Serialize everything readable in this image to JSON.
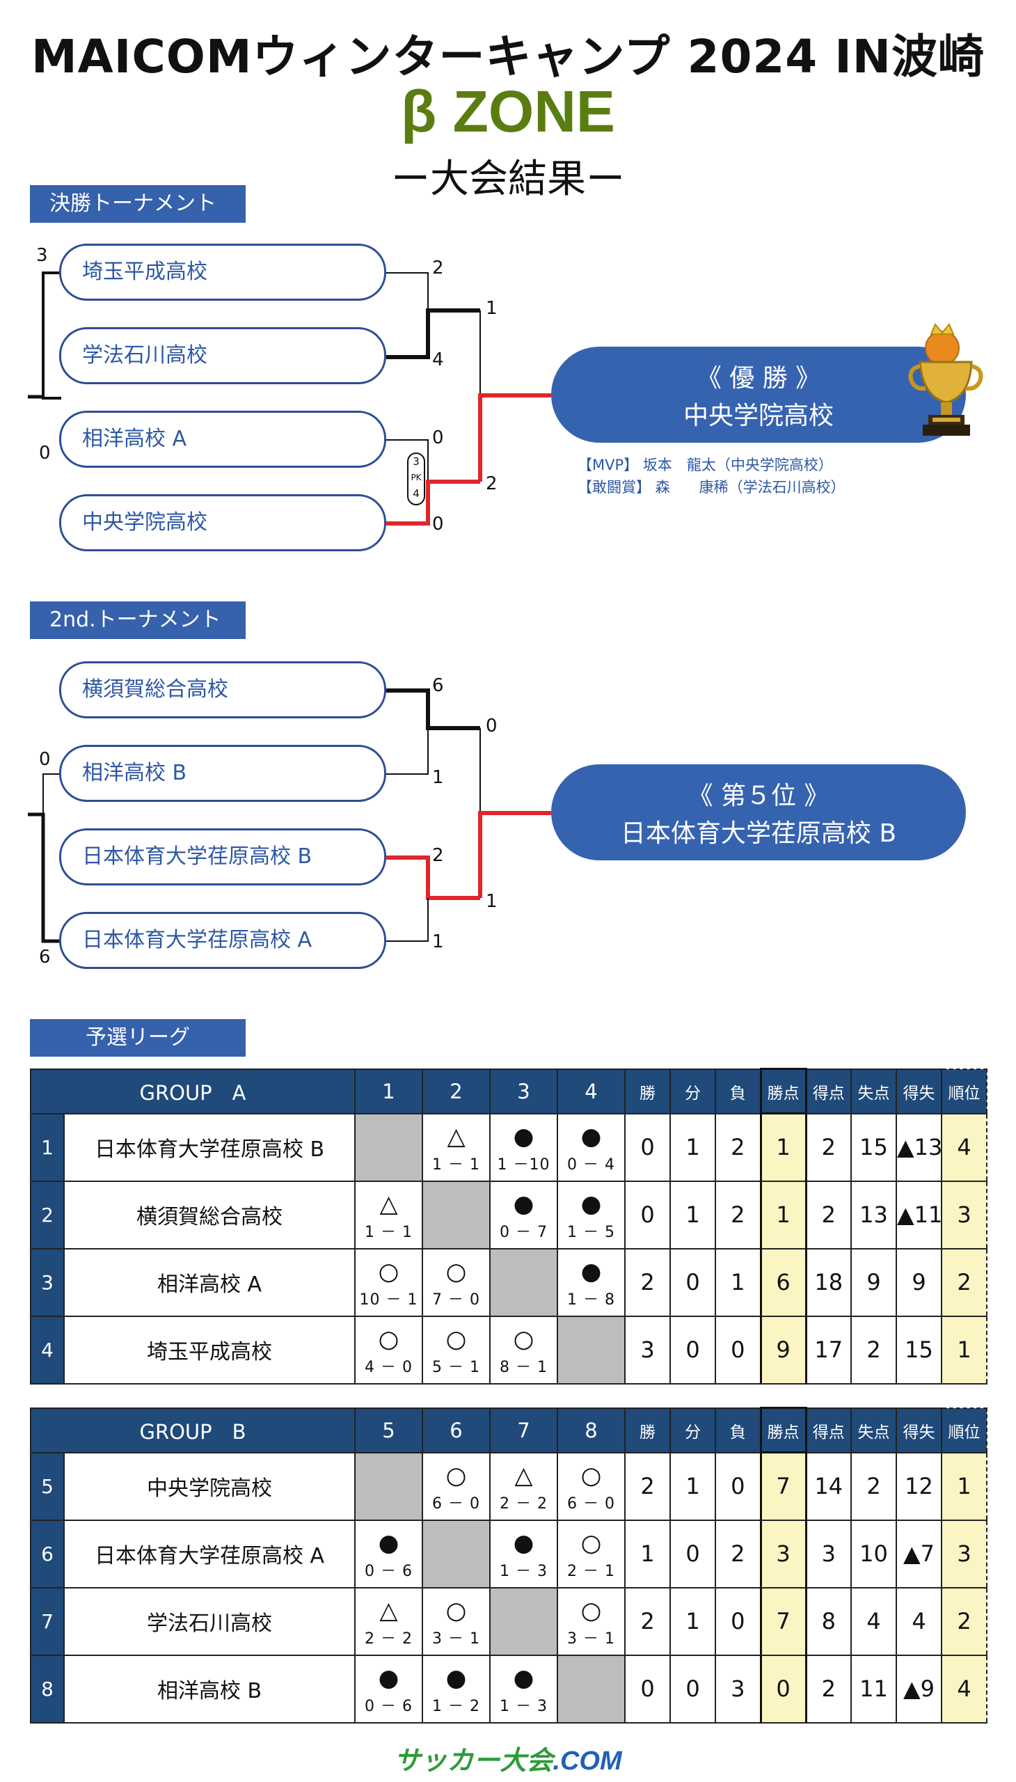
{
  "header": {
    "title": "MAICOMウィンターキャンプ 2024 IN波崎",
    "zone": "β ZONE",
    "subtitle": "ー大会結果ー"
  },
  "final_tournament": {
    "label": "決勝トーナメント",
    "teams": [
      "埼玉平成高校",
      "学法石川高校",
      "相洋高校 A",
      "中央学院高校"
    ],
    "scores": {
      "left_top": "3",
      "left_bottom": "0",
      "m1_top": "2",
      "m1_bottom": "4",
      "m2_top": "0",
      "m2_bottom": "0",
      "pk_top": "3",
      "pk_mid": "PK",
      "pk_bottom": "4",
      "final_top": "1",
      "final_bottom": "2"
    },
    "result_title": "《 優 勝 》",
    "result_team": "中央学院高校",
    "awards": [
      "【MVP】 坂本　龍太（中央学院高校）",
      "【敢闘賞】 森　　康稀（学法石川高校）"
    ]
  },
  "second_tournament": {
    "label": "2nd.トーナメント",
    "teams": [
      "横須賀総合高校",
      "相洋高校 B",
      "日本体育大学荏原高校 B",
      "日本体育大学荏原高校 A"
    ],
    "scores": {
      "left_top": "0",
      "left_bottom": "6",
      "m1_top": "6",
      "m1_bottom": "1",
      "m2_top": "2",
      "m2_bottom": "1",
      "final_top": "0",
      "final_bottom": "1"
    },
    "result_title": "《 第５位 》",
    "result_team": "日本体育大学荏原高校 B"
  },
  "league": {
    "label": "予選リーグ",
    "stat_headers": [
      "勝",
      "分",
      "負",
      "勝点",
      "得点",
      "失点",
      "得失",
      "順位"
    ],
    "groups": [
      {
        "title": "GROUP　A",
        "cols": [
          "1",
          "2",
          "3",
          "4"
        ],
        "rows": [
          {
            "no": "1",
            "name": "日本体育大学荏原高校 B",
            "cells": [
              null,
              {
                "m": "△",
                "s": "1 － 1"
              },
              {
                "m": "●",
                "s": "1 －10"
              },
              {
                "m": "●",
                "s": "0 － 4"
              }
            ],
            "stats": [
              "0",
              "1",
              "2",
              "1",
              "2",
              "15",
              "▲13",
              "4"
            ]
          },
          {
            "no": "2",
            "name": "横須賀総合高校",
            "cells": [
              {
                "m": "△",
                "s": "1 － 1"
              },
              null,
              {
                "m": "●",
                "s": "0 － 7"
              },
              {
                "m": "●",
                "s": "1 － 5"
              }
            ],
            "stats": [
              "0",
              "1",
              "2",
              "1",
              "2",
              "13",
              "▲11",
              "3"
            ]
          },
          {
            "no": "3",
            "name": "相洋高校 A",
            "cells": [
              {
                "m": "○",
                "s": "10 － 1"
              },
              {
                "m": "○",
                "s": "7 － 0"
              },
              null,
              {
                "m": "●",
                "s": "1 － 8"
              }
            ],
            "stats": [
              "2",
              "0",
              "1",
              "6",
              "18",
              "9",
              "9",
              "2"
            ]
          },
          {
            "no": "4",
            "name": "埼玉平成高校",
            "cells": [
              {
                "m": "○",
                "s": "4 － 0"
              },
              {
                "m": "○",
                "s": "5 － 1"
              },
              {
                "m": "○",
                "s": "8 － 1"
              },
              null
            ],
            "stats": [
              "3",
              "0",
              "0",
              "9",
              "17",
              "2",
              "15",
              "1"
            ]
          }
        ]
      },
      {
        "title": "GROUP　B",
        "cols": [
          "5",
          "6",
          "7",
          "8"
        ],
        "rows": [
          {
            "no": "5",
            "name": "中央学院高校",
            "cells": [
              null,
              {
                "m": "○",
                "s": "6 － 0"
              },
              {
                "m": "△",
                "s": "2 － 2"
              },
              {
                "m": "○",
                "s": "6 － 0"
              }
            ],
            "stats": [
              "2",
              "1",
              "0",
              "7",
              "14",
              "2",
              "12",
              "1"
            ]
          },
          {
            "no": "6",
            "name": "日本体育大学荏原高校 A",
            "cells": [
              {
                "m": "●",
                "s": "0 － 6"
              },
              null,
              {
                "m": "●",
                "s": "1 － 3"
              },
              {
                "m": "○",
                "s": "2 － 1"
              }
            ],
            "stats": [
              "1",
              "0",
              "2",
              "3",
              "3",
              "10",
              "▲7",
              "3"
            ]
          },
          {
            "no": "7",
            "name": "学法石川高校",
            "cells": [
              {
                "m": "△",
                "s": "2 － 2"
              },
              {
                "m": "○",
                "s": "3 － 1"
              },
              null,
              {
                "m": "○",
                "s": "3 － 1"
              }
            ],
            "stats": [
              "2",
              "1",
              "0",
              "7",
              "8",
              "4",
              "4",
              "2"
            ]
          },
          {
            "no": "8",
            "name": "相洋高校 B",
            "cells": [
              {
                "m": "●",
                "s": "0 － 6"
              },
              {
                "m": "●",
                "s": "1 － 2"
              },
              {
                "m": "●",
                "s": "1 － 3"
              },
              null
            ],
            "stats": [
              "0",
              "0",
              "3",
              "0",
              "2",
              "11",
              "▲9",
              "4"
            ]
          }
        ]
      }
    ]
  },
  "footer": {
    "logo_main": "サッカー大会",
    "logo_com": ".COM"
  },
  "colors": {
    "bracket_winner": "#e0262c",
    "bracket_path": "#111111",
    "accent_blue": "#3663b0",
    "zone_green": "#5a7d12"
  }
}
